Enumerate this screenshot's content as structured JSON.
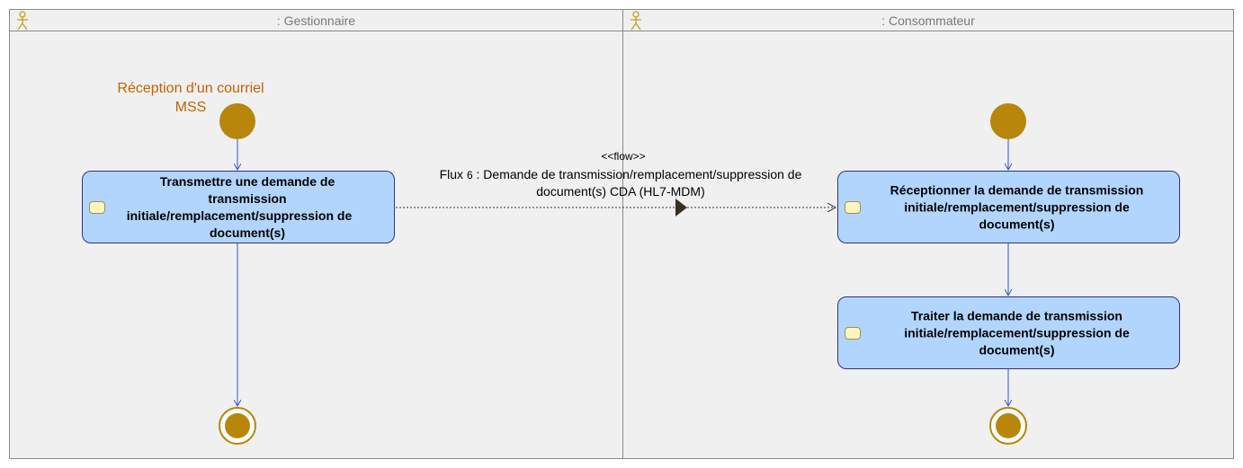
{
  "lanes": {
    "left": {
      "title": ": Gestionnaire"
    },
    "right": {
      "title": ": Consommateur"
    }
  },
  "start_label": {
    "line1": "Réception d'un courriel",
    "line2": "MSS"
  },
  "actions": {
    "transmettre": {
      "line1": "Transmettre une demande de",
      "line2": "transmission",
      "line3": "initiale/remplacement/suppression de",
      "line4": "document(s)"
    },
    "receptionner": {
      "line1": "Réceptionner la demande de transmission",
      "line2": "initiale/remplacement/suppression de",
      "line3": "document(s)"
    },
    "traiter": {
      "line1": "Traiter la demande de transmission",
      "line2": "initiale/remplacement/suppression de",
      "line3": "document(s)"
    }
  },
  "flow": {
    "stereotype": "<<flow>>",
    "line1_prefix": "Flux",
    "line1_num": "6",
    "line1_text": ": Demande de transmission/remplacement/suppression de",
    "line2": "document(s) CDA (HL7-MDM)"
  },
  "colors": {
    "node": "#b8860b",
    "action_fill": "#b2d5fd",
    "action_border": "#30308a",
    "edge": "#3355cc",
    "label_orange": "#c46200"
  }
}
